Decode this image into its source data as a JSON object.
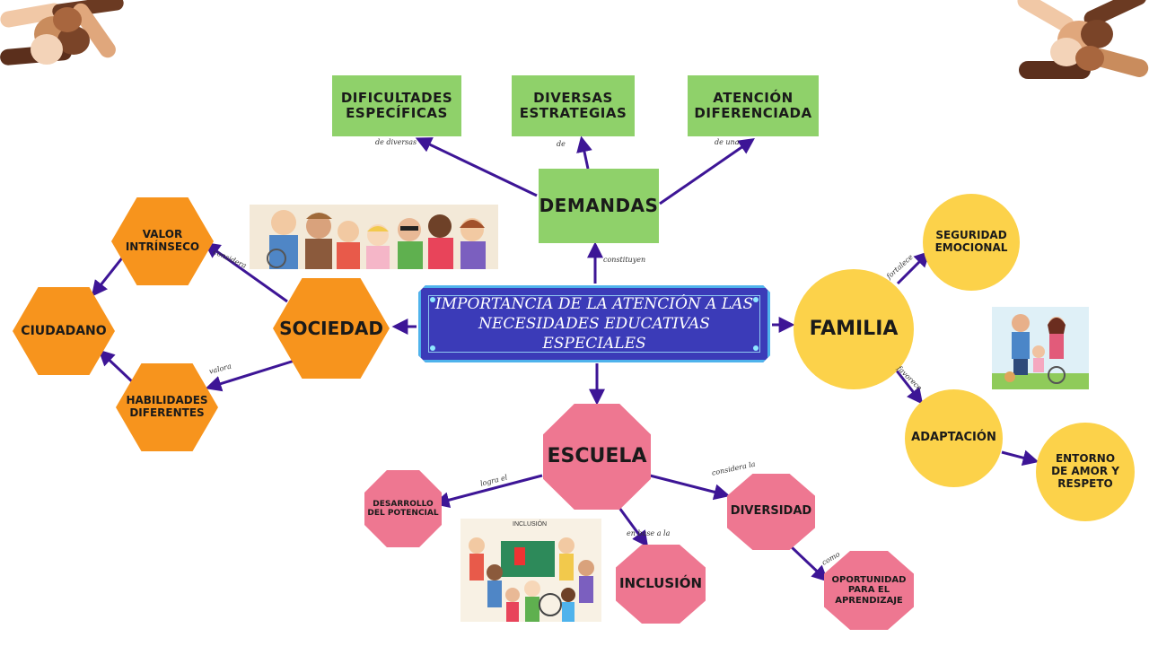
{
  "central_topic": "IMPORTANCIA DE LA ATENCIÓN A LAS\nNECESIDADES EDUCATIVAS ESPECIALES",
  "nodes": {
    "dificultades": "DIFICULTADES\nESPECÍFICAS",
    "estrategias": "DIVERSAS\nESTRATEGIAS",
    "atencion": "ATENCIÓN\nDIFERENCIADA",
    "demandas": "DEMANDAS",
    "sociedad": "SOCIEDAD",
    "valor": "VALOR\nINTRÍNSECO",
    "ciudadano": "CIUDADANO",
    "habilidades": "HABILIDADES\nDIFERENTES",
    "familia": "FAMILIA",
    "seguridad": "SEGURIDAD\nEMOCIONAL",
    "adaptacion": "ADAPTACIÓN",
    "entorno": "ENTORNO\nDE AMOR Y\nRESPETO",
    "escuela": "ESCUELA",
    "desarrollo": "DESARROLLO\nDEL POTENCIAL",
    "inclusion": "INCLUSIÓN",
    "diversidad": "DIVERSIDAD",
    "oportunidad": "OPORTUNIDAD\nPARA EL\nAPRENDIZAJE"
  },
  "edge_labels": {
    "de_diversas": "de  diversas",
    "de": "de",
    "de_una": "de  una",
    "constituyen": "constituyen",
    "considera": "considera",
    "valora": "valora",
    "fortalece": "fortalece",
    "favorece": "favorece",
    "logra_el": "logra el",
    "en_base_a_la": "en  base a la",
    "considera_la": "considera la",
    "como": "como"
  },
  "illustrations": {
    "inclusion_poster": "INCLUSIÓN"
  },
  "colors": {
    "demandas_branch": "#8fd16a",
    "sociedad_branch": "#f7941d",
    "familia_branch": "#fcd24a",
    "escuela_branch": "#ee7791",
    "central_fill": "#3b3bb8",
    "central_border": "#4fb3ec",
    "arrows": "#3d1596"
  }
}
